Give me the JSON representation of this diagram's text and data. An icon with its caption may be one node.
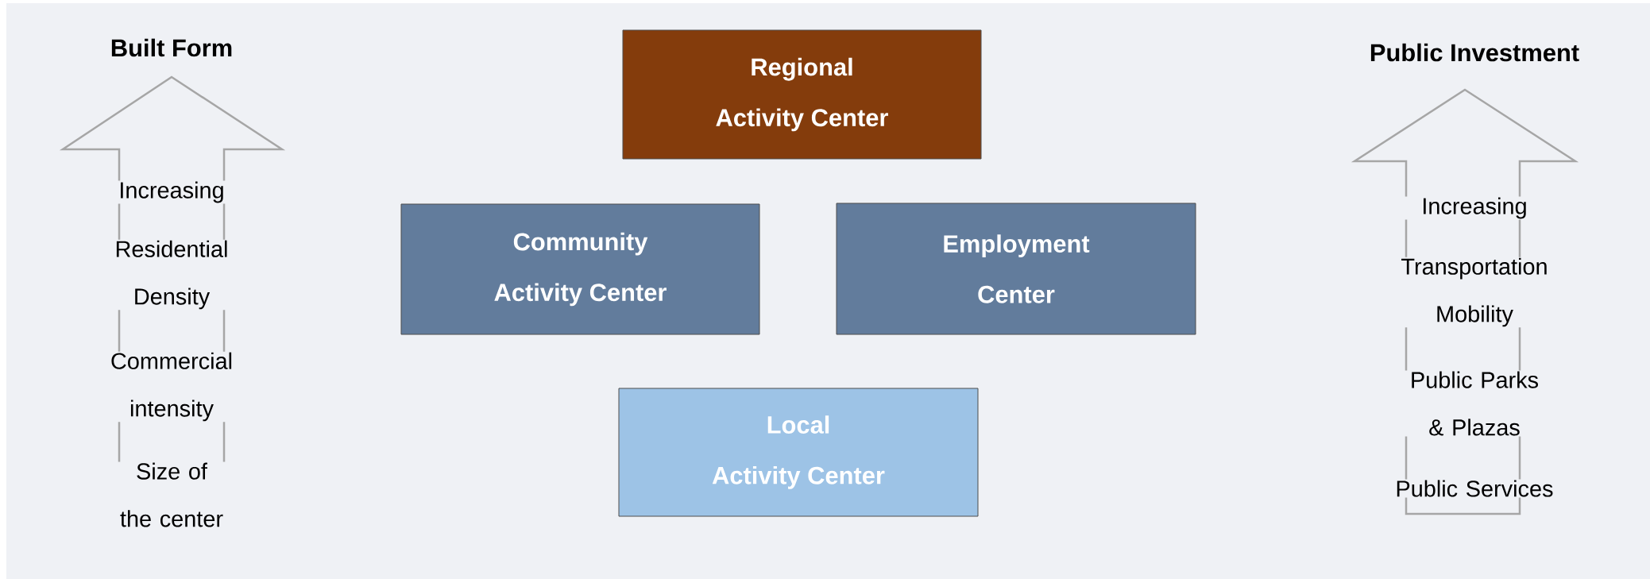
{
  "diagram": {
    "nodes": [
      {
        "text": [
          "Built Form",
          "Increasing",
          "Residential Density",
          "Commercial intensity",
          "Size of the center"
        ]
      },
      {
        "text": [
          "Regional Activity Center"
        ]
      },
      {
        "text": [
          "Community Activity Center"
        ]
      },
      {
        "text": [
          "Employment Center"
        ]
      },
      {
        "text": [
          "Local Activity Center"
        ]
      },
      {
        "text": [
          "Public Investment",
          "Increasing",
          "Transportation Mobility",
          "Public Parks & Plazas",
          "Public Services"
        ]
      }
    ]
  }
}
